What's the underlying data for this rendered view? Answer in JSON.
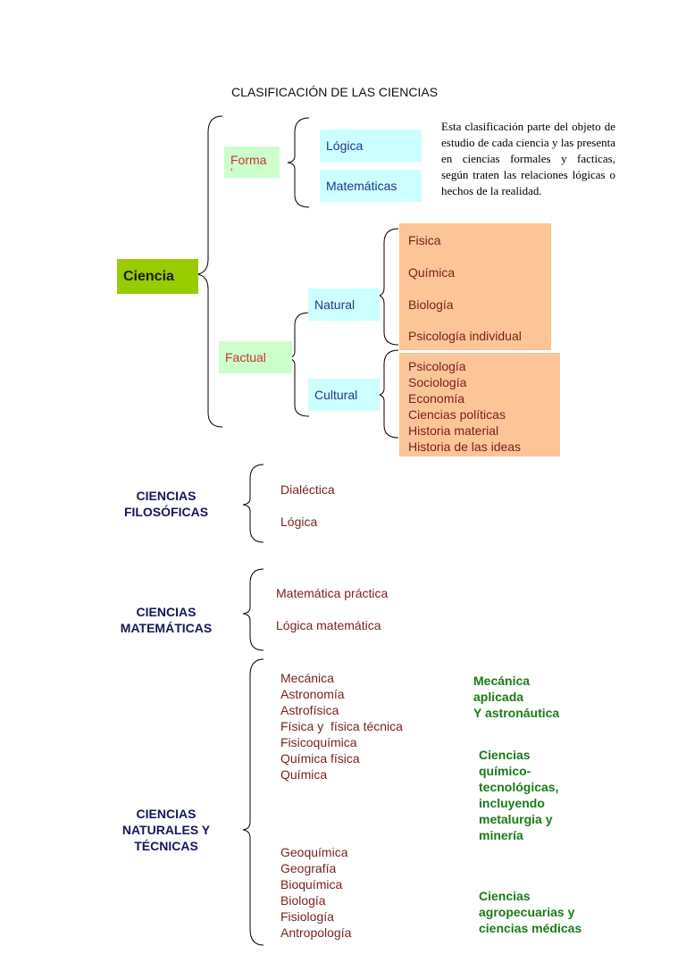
{
  "title": "CLASIFICACIÓN DE LAS CIENCIAS",
  "description": "Esta clasificación parte del objeto de estudio de cada ciencia y las presenta en ciencias formales y facticas, según traten las relaciones lógicas o hechos de la realidad.",
  "root": "Ciencia",
  "formal": {
    "label": "Forma",
    "cont": "'",
    "items": [
      "Lógica",
      "Matemáticas"
    ]
  },
  "factual": {
    "label": "Factual",
    "natural": {
      "label": "Natural",
      "items": [
        "Fisica",
        "Química",
        "Biología",
        "Psicología individual"
      ]
    },
    "cultural": {
      "label": "Cultural",
      "items": [
        "Psicología",
        "Sociología",
        "Economía",
        "Ciencias políticas",
        "Historia material",
        "Historia de las ideas"
      ]
    }
  },
  "filosoficas": {
    "label_lines": [
      "CIENCIAS",
      "FILOSÓFICAS"
    ],
    "items": [
      "Dialéctica",
      "Lógica"
    ]
  },
  "matematicas": {
    "label_lines": [
      "CIENCIAS",
      "MATEMÁTICAS"
    ],
    "items": [
      "Matemática práctica",
      "Lógica matemática"
    ]
  },
  "naturales": {
    "label_lines": [
      "CIENCIAS",
      "NATURALES Y",
      "TÉCNICAS"
    ],
    "group1": [
      "Mecánica",
      "Astronomía",
      "Astrofísica",
      "Física y  física técnica",
      "Fisicoquímica",
      "Química física",
      "Química"
    ],
    "group2": [
      "Geoquímica",
      "Geografía",
      "Bioquímica",
      "Biología",
      "Fisiología",
      "Antropología"
    ],
    "applied1": [
      "Mecánica",
      "aplicada",
      "Y astronáutica"
    ],
    "applied2": [
      "Ciencias",
      "químico-",
      "tecnológicas,",
      "incluyendo",
      "metalurgia y",
      "minería"
    ],
    "applied3": [
      "Ciencias",
      "agropecuarias y",
      "ciencias médicas"
    ]
  },
  "colors": {
    "root_bg": "#99cc00",
    "level1_bg": "#ccffcc",
    "level2_bg": "#ccffff",
    "leaf_bg": "#fbc597",
    "heading": "#16165e",
    "items": "#7a1f1f",
    "applied": "#1a7a1a"
  }
}
